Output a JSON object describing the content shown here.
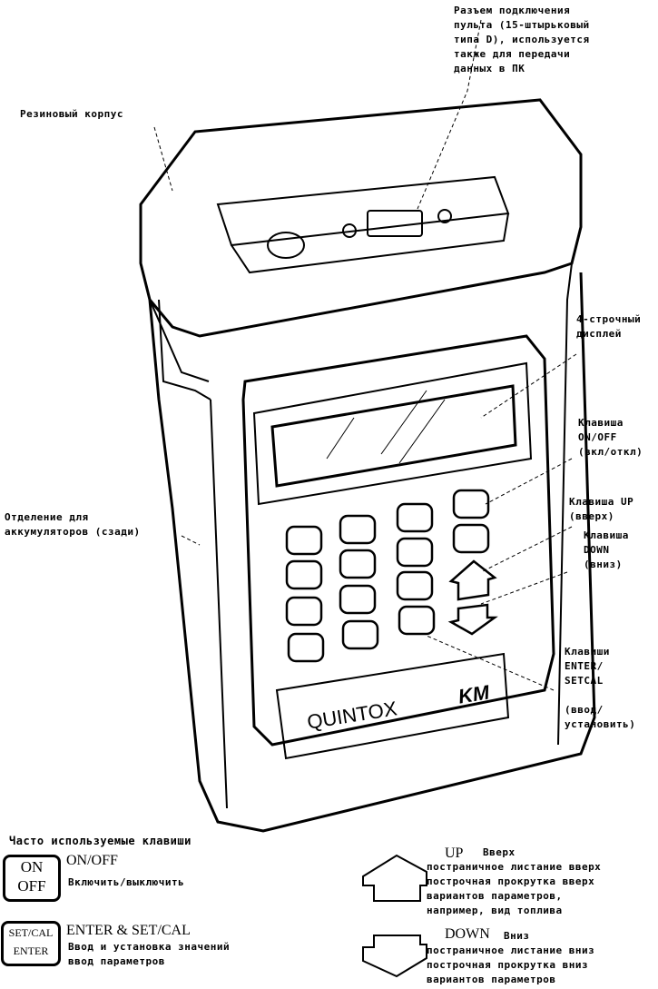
{
  "callouts": {
    "connector": "Разъем подключения\nпульта (15-штырьковый\nтипа D), используется\nтакже для передачи\nданных в ПК",
    "rubber_case": "Резиновый корпус",
    "display": "4-строчный\nдисплей",
    "onoff_key": "Клавиша\nON/OFF\n(вкл/откл)",
    "up_key": "Клавиша UP\n(вверх)",
    "down_key": "Клавиша\nDOWN\n(вниз)",
    "enter_key": "Клавиши\nENTER/\nSETCAL",
    "enter_desc": "(ввод/\nустановить)",
    "battery": "Отделение для\nаккумуляторов (сзади)"
  },
  "device": {
    "brand": "QUINTOX",
    "logo": "KM"
  },
  "legend": {
    "title": "Часто используемые клавиши",
    "onoff": {
      "key_top": "ON",
      "key_bottom": "OFF",
      "name": "ON/OFF",
      "desc": "Включить/выключить"
    },
    "enter": {
      "key_top": "SET/CAL",
      "key_bottom": "ENTER",
      "name": "ENTER & SET/CAL",
      "desc": "Ввод и установка значений\nввод параметров"
    },
    "up": {
      "name": "UP",
      "short": "Вверх",
      "desc": "постраничное листание вверх\nпострочная прокрутка вверх\nвариантов параметров,\nнапример, вид топлива"
    },
    "down": {
      "name": "DOWN",
      "short": "Вниз",
      "desc": "постраничное листание вниз\nпострочная прокрутка вниз\nвариантов параметров"
    }
  }
}
